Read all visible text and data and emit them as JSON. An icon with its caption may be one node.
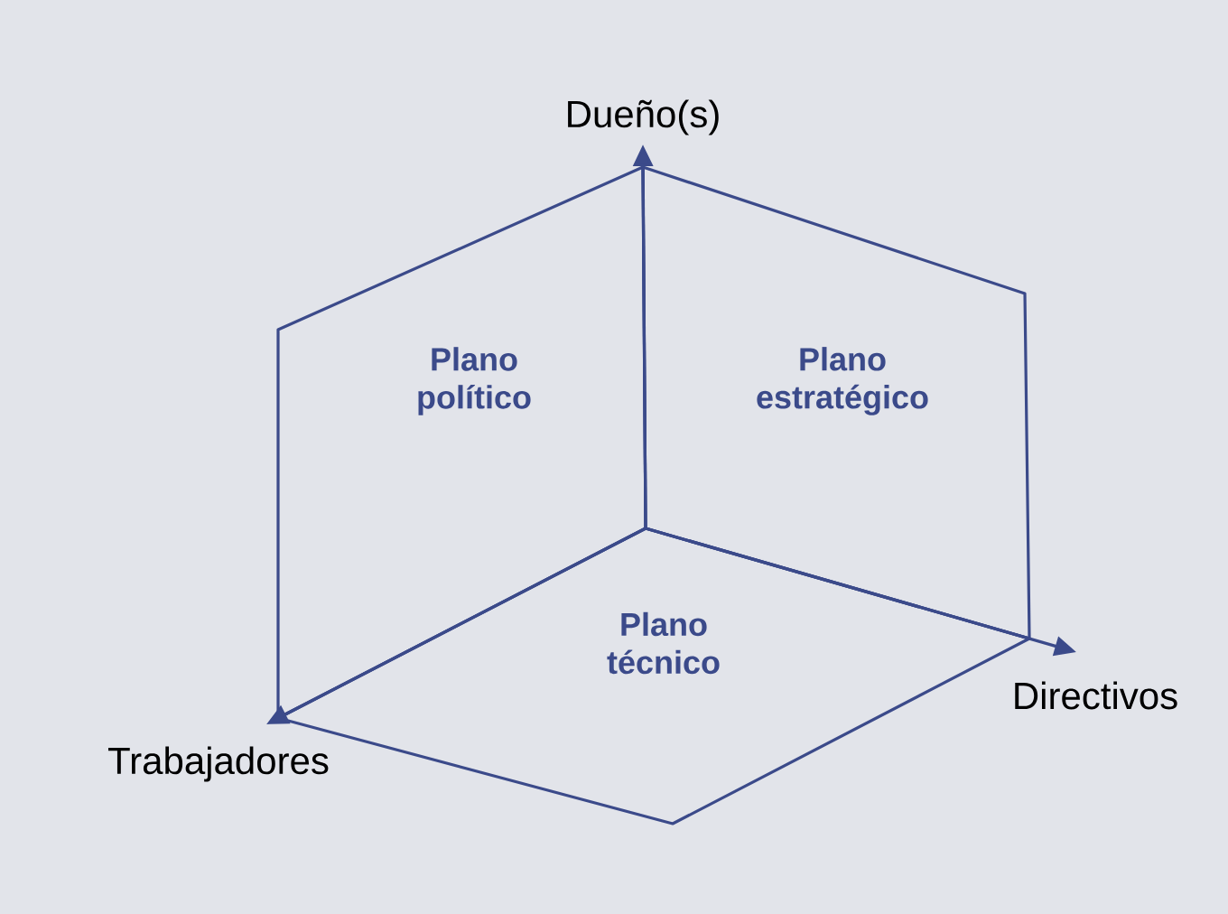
{
  "diagram": {
    "nodes": [
      {
        "text": [
          "Dueño(s)"
        ]
      },
      {
        "text": [
          "Plano político"
        ]
      },
      {
        "text": [
          "Plano estratégico"
        ]
      },
      {
        "text": [
          "Plano técnico"
        ]
      },
      {
        "text": [
          "Directivos"
        ]
      },
      {
        "text": [
          "Trabajadores"
        ]
      }
    ],
    "edges": [
      {
        "from": 2,
        "to": 0,
        "arrow": "to"
      },
      {
        "from": 2,
        "to": 4,
        "arrow": "to"
      },
      {
        "from": 2,
        "to": 5,
        "arrow": "to"
      }
    ]
  }
}
